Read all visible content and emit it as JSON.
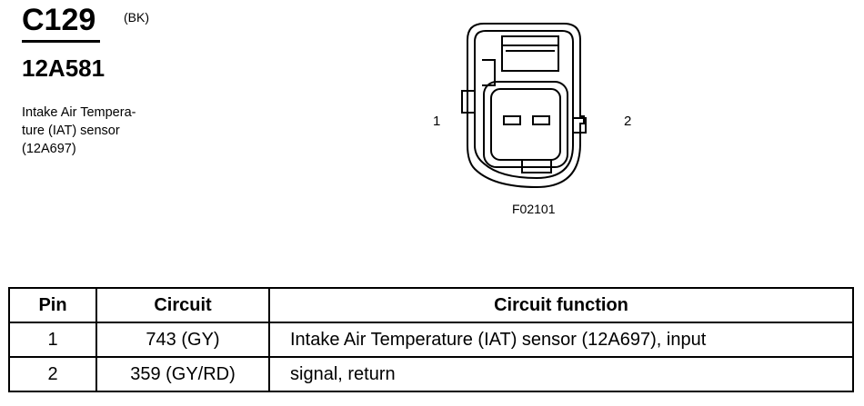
{
  "connector": {
    "id": "C129",
    "color": "(BK)",
    "part_number": "12A581",
    "description_lines": [
      "Intake Air Tempera-",
      "ture (IAT) sensor",
      "(12A697)"
    ]
  },
  "diagram": {
    "pin_labels": [
      "1",
      "2"
    ],
    "figure_id": "F02101"
  },
  "table": {
    "headers": [
      "Pin",
      "Circuit",
      "Circuit function"
    ],
    "rows": [
      {
        "pin": "1",
        "circuit": "743 (GY)",
        "function": "Intake Air Temperature (IAT) sensor (12A697), input"
      },
      {
        "pin": "2",
        "circuit": "359 (GY/RD)",
        "function": "signal, return"
      }
    ]
  }
}
